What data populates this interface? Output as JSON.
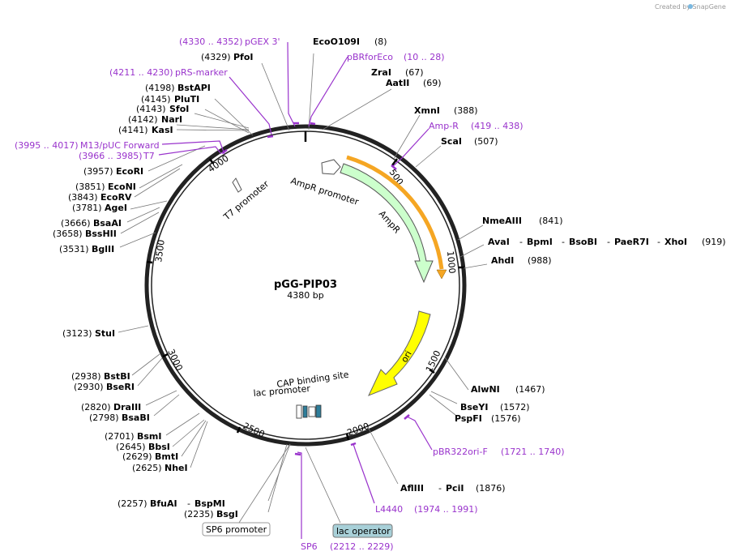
{
  "watermark": "Created by SnapGene",
  "plasmid": {
    "name": "pGG-PIP03",
    "length": "4380 bp"
  },
  "ruler": [
    {
      "label": "500"
    },
    {
      "label": "1000"
    },
    {
      "label": "1500"
    },
    {
      "label": "2000"
    },
    {
      "label": "2500"
    },
    {
      "label": "3000"
    },
    {
      "label": "3500"
    },
    {
      "label": "4000"
    }
  ],
  "features": {
    "ampr_promoter": "AmpR promoter",
    "ampr": "AmpR",
    "ori": "ori",
    "t7_promoter": "T7 promoter",
    "cap_site": "CAP binding site",
    "lac_promoter": "lac promoter"
  },
  "enzymes_left": [
    {
      "pos": "(4329)",
      "name": "PfoI"
    },
    {
      "pos": "(4198)",
      "name": "BstAPI"
    },
    {
      "pos": "(4145)",
      "name": "PluTI"
    },
    {
      "pos": "(4143)",
      "name": "SfoI"
    },
    {
      "pos": "(4142)",
      "name": "NarI"
    },
    {
      "pos": "(4141)",
      "name": "KasI"
    },
    {
      "pos": "(3957)",
      "name": "EcoRI"
    },
    {
      "pos": "(3851)",
      "name": "EcoNI"
    },
    {
      "pos": "(3843)",
      "name": "EcoRV"
    },
    {
      "pos": "(3781)",
      "name": "AgeI"
    },
    {
      "pos": "(3666)",
      "name": "BsaAI"
    },
    {
      "pos": "(3658)",
      "name": "BssHII"
    },
    {
      "pos": "(3531)",
      "name": "BglII"
    },
    {
      "pos": "(3123)",
      "name": "StuI"
    },
    {
      "pos": "(2938)",
      "name": "BstBI"
    },
    {
      "pos": "(2930)",
      "name": "BseRI"
    },
    {
      "pos": "(2820)",
      "name": "DraIII"
    },
    {
      "pos": "(2798)",
      "name": "BsaBI"
    },
    {
      "pos": "(2701)",
      "name": "BsmI"
    },
    {
      "pos": "(2645)",
      "name": "BbsI"
    },
    {
      "pos": "(2629)",
      "name": "BmtI"
    },
    {
      "pos": "(2625)",
      "name": "NheI"
    },
    {
      "pos": "(2235)",
      "name": "BsgI"
    }
  ],
  "enzymes_right": [
    {
      "name": "EcoO109I",
      "pos": "(8)"
    },
    {
      "name": "ZraI",
      "pos": "(67)"
    },
    {
      "name": "AatII",
      "pos": "(69)"
    },
    {
      "name": "XmnI",
      "pos": "(388)"
    },
    {
      "name": "ScaI",
      "pos": "(507)"
    },
    {
      "name": "NmeAIII",
      "pos": "(841)"
    },
    {
      "name": "AhdI",
      "pos": "(988)"
    },
    {
      "name": "AlwNI",
      "pos": "(1467)"
    },
    {
      "name": "BseYI",
      "pos": "(1572)"
    },
    {
      "name": "PspFI",
      "pos": "(1576)"
    }
  ],
  "enzyme_lines": {
    "xhoi_line": {
      "names": [
        "AvaI",
        "BpmI",
        "BsoBI",
        "PaeR7I",
        "XhoI"
      ],
      "pos": "(919)"
    },
    "pcii_line": {
      "names": [
        "AflIII",
        "PciI"
      ],
      "pos": "(1876)"
    },
    "bspmi_line": {
      "pos": "(2257)",
      "names": [
        "BfuAI",
        "BspMI"
      ]
    }
  },
  "primers": [
    {
      "range": "(4330 .. 4352)",
      "name": "pGEX 3'"
    },
    {
      "name": "pBRforEco",
      "range": "(10 .. 28)"
    },
    {
      "range": "(4211 .. 4230)",
      "name": "pRS-marker"
    },
    {
      "name": "Amp-R",
      "range": "(419 .. 438)"
    },
    {
      "range": "(3995 .. 4017)",
      "name": "M13/pUC Forward"
    },
    {
      "range": "(3966 .. 3985)",
      "name": "T7"
    },
    {
      "name": "pBR322ori-F",
      "range": "(1721 .. 1740)"
    },
    {
      "name": "L4440",
      "range": "(1974 .. 1991)"
    },
    {
      "name": "SP6",
      "range": "(2212 .. 2229)"
    }
  ],
  "boxed_features": {
    "sp6_promoter": "SP6 promoter",
    "lac_operator": "lac operator"
  },
  "colors": {
    "backbone": "#222222",
    "ampr_fill": "#ccffcc",
    "ori_fill": "#ffff00",
    "primer": "#9933cc",
    "orf_arrow": "#f5a623",
    "lac_operator_fill": "#a8d0d8"
  }
}
